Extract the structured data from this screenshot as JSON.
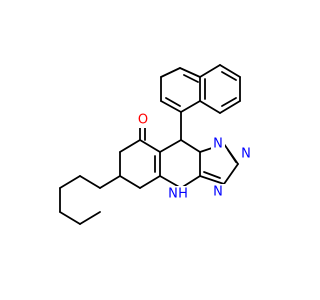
{
  "colors": {
    "bond": "#000000",
    "carbonyl_oxygen": "#ff0000",
    "nitrogen": "#0000ff",
    "background": "#ffffff"
  },
  "atoms": {
    "oxygen": "O",
    "n1": "N",
    "n2": "N",
    "n3": "N",
    "nh": "N",
    "h": "H"
  }
}
